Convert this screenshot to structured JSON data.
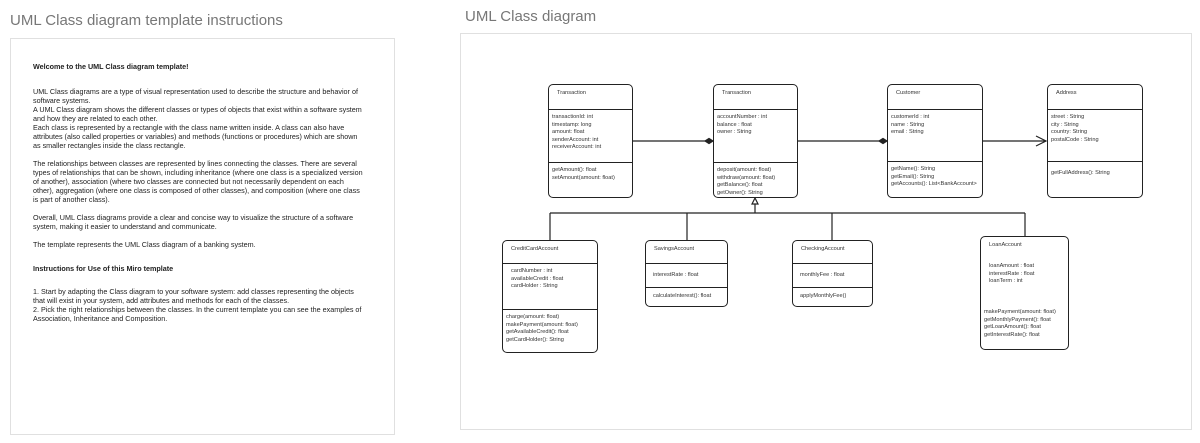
{
  "left_title": "UML Class diagram template instructions",
  "right_title": "UML Class diagram",
  "doc": {
    "heading1": "Welcome to the UML Class diagram template!",
    "para1": "UML Class diagrams are a type of visual representation used to describe the structure and behavior of software systems.",
    "para2": "A UML Class diagram shows the different classes or types of objects that exist within a software system and how they are related to each other.",
    "para3": "Each class is represented by a rectangle with the class name written inside. A class can also have attributes (also called properties or variables) and methods (functions or procedures) which are shown as smaller rectangles inside the class rectangle.",
    "para4": "The relationships between classes are represented by lines connecting the classes. There are several types of relationships that can be shown, including inheritance (where one class is a specialized version of another), association (where two classes are connected but not necessarily dependent on each other), aggregation (where one class is composed of other classes), and composition (where one class is part of another class).",
    "para5": "Overall, UML Class diagrams provide a clear and concise way to visualize the structure of a software system, making it easier to understand and communicate.",
    "para6": "The template represents the UML Class diagram of a banking system.",
    "heading2": "Instructions for Use of this Miro template",
    "step1": "1. Start by adapting the Class diagram to your software system: add classes representing the objects that will exist in your system, add attributes and methods for each of the classes.",
    "step2": "2. Pick the right relationships between the classes. In the current template you can see the examples of Association, Inheritance and Composition."
  },
  "classes": [
    {
      "name": "Transaction",
      "attributes": [
        "transactionId: int",
        "timestamp: long",
        "amount: float",
        "senderAccount: int",
        "receiverAccount: int"
      ],
      "methods": [
        "getAmount(): float",
        "setAmount(amount: float)"
      ]
    },
    {
      "name": "Transaction",
      "attributes": [
        "accountNumber : int",
        "balance : float",
        "owner : String"
      ],
      "methods": [
        "deposit(amount: float)",
        "withdraw(amount: float)",
        "getBalance(): float",
        "getOwner(): String"
      ]
    },
    {
      "name": "Customer",
      "attributes": [
        "customerId : int",
        "name : String",
        "email : String"
      ],
      "methods": [
        "getName(): String",
        "getEmail(): String",
        "getAccounts(): List<BankAccount>"
      ]
    },
    {
      "name": "Address",
      "attributes": [
        "street : String",
        "city : String",
        "country: String",
        "postalCode : String"
      ],
      "methods": [
        "getFullAddress(): String"
      ]
    },
    {
      "name": "CreditCardAccount",
      "attributes": [
        "cardNumber : int",
        "availableCredit : float",
        "cardHolder : String"
      ],
      "methods": [
        "charge(amount: float)",
        "makePayment(amount: float)",
        "getAvailableCredit(): float",
        "getCardHolder(): String"
      ]
    },
    {
      "name": "SavingsAccount",
      "attributes": [
        "interestRate : float"
      ],
      "methods": [
        "calculateInterest(): float"
      ]
    },
    {
      "name": "CheckingAccount",
      "attributes": [
        "monthlyFee : float"
      ],
      "methods": [
        "applyMonthlyFee()"
      ]
    },
    {
      "name": "LoanAccount",
      "attributes": [
        "loanAmount : float",
        "interestRate : float",
        "loanTerm : int"
      ],
      "methods": [
        "makePayment(amount: float)",
        "getMonthlyPayment(): float",
        "getLoanAmount(): float",
        "getInterestRate(): float"
      ]
    }
  ],
  "relationships": [
    {
      "from": "Transaction",
      "to": "Transaction",
      "type": "composition"
    },
    {
      "from": "Transaction",
      "to": "Customer",
      "type": "composition"
    },
    {
      "from": "Customer",
      "to": "Address",
      "type": "association"
    },
    {
      "from": "CreditCardAccount",
      "to": "Transaction",
      "type": "inheritance"
    },
    {
      "from": "SavingsAccount",
      "to": "Transaction",
      "type": "inheritance"
    },
    {
      "from": "CheckingAccount",
      "to": "Transaction",
      "type": "inheritance"
    },
    {
      "from": "LoanAccount",
      "to": "Transaction",
      "type": "inheritance"
    }
  ]
}
